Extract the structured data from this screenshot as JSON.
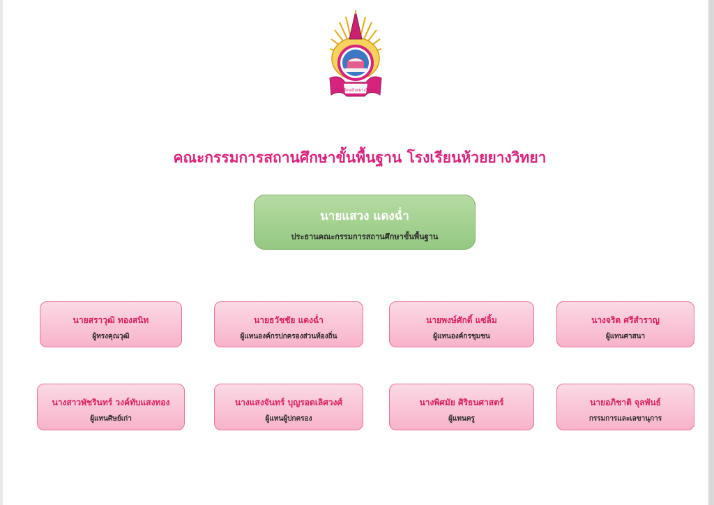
{
  "logo": {
    "banner_text": "โรงเรียนห้วยยางวิทยา"
  },
  "title": "คณะกรรมการสถานศึกษาขั้นพื้นฐาน โรงเรียนห้วยยางวิทยา",
  "chair": {
    "name": "นายแสวง แดงฉ่ำ",
    "role": "ประธานคณะกรรมการสถานศึกษาขั้นพื้นฐาน"
  },
  "members": [
    {
      "name": "นายสราวุฒิ ทองสนิท",
      "role": "ผู้ทรงคุณวุฒิ"
    },
    {
      "name": "นายธวัชชัย แดงฉ่ำ",
      "role": "ผู้แทนองค์กรปกครองส่วนท้องถิ่น"
    },
    {
      "name": "นายพงษ์ศักดิ์ แซ่ลิ้ม",
      "role": "ผู้แทนองค์กรชุมชน"
    },
    {
      "name": "นางจริต ศรีสำราญ",
      "role": "ผู้แทนศาสนา"
    },
    {
      "name": "นางสาวพัชรินทร์ วงค์ทับแสงทอง",
      "role": "ผู้แทนศิษย์เก่า"
    },
    {
      "name": "นางแสงจันทร์ บุญรอดเลิศวงศ์",
      "role": "ผู้แทนผู้ปกครอง"
    },
    {
      "name": "นางพิศมัย ศิริธนศาสตร์",
      "role": "ผู้แทนครู"
    },
    {
      "name": "นายอภิชาติ จุลพันธ์",
      "role": "กรรมการและเลขานุการ"
    }
  ],
  "colors": {
    "title": "#d9237d",
    "chair_fill": "#a6d292",
    "member_fill": "#f9c3d5",
    "member_name": "#d8205f"
  }
}
